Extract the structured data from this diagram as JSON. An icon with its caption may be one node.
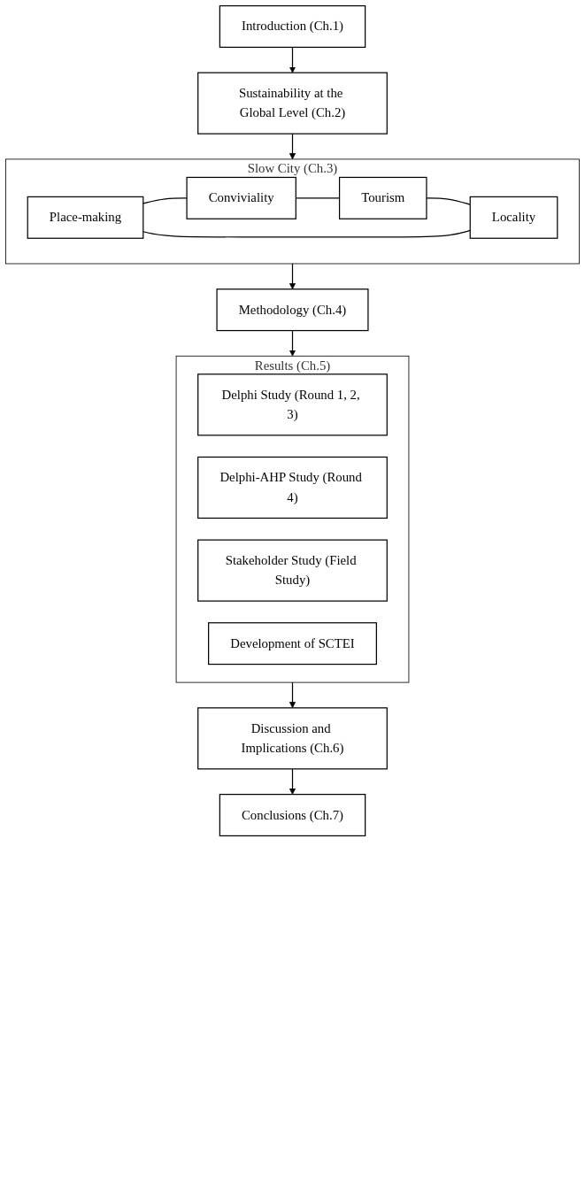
{
  "diagram": {
    "nodes": [
      {
        "text": [
          "Introduction (Ch.1)"
        ]
      },
      {
        "text": [
          "Sustainability at the Global Level (Ch.2)"
        ]
      },
      {
        "text": [
          "Slow City (Ch.3)"
        ]
      },
      {
        "text": [
          "Place-making"
        ],
        "in": 2
      },
      {
        "text": [
          "Locality"
        ],
        "in": 2
      },
      {
        "text": [
          "Conviviality"
        ],
        "in": 2
      },
      {
        "text": [
          "Tourism"
        ],
        "in": 2
      },
      {
        "text": [
          "Methodology (Ch.4)"
        ]
      },
      {
        "text": [
          "Results (Ch.5)"
        ]
      },
      {
        "text": [
          "Delphi Study (Round 1, 2, 3)"
        ],
        "in": 8
      },
      {
        "text": [
          "Delphi-AHP Study (Round 4)"
        ],
        "in": 8
      },
      {
        "text": [
          "Stakeholder Study (Field Study)"
        ],
        "in": 8
      },
      {
        "text": [
          "Development of SCTEI"
        ],
        "in": 8
      },
      {
        "text": [
          "Discussion and Implications (Ch.6)"
        ]
      },
      {
        "text": [
          "Conclusions (Ch.7)"
        ]
      }
    ],
    "edges": [
      {
        "from": 0,
        "to": 1,
        "arrow": "to"
      },
      {
        "from": 1,
        "to": 2,
        "arrow": "to"
      },
      {
        "from": 3,
        "to": 5,
        "arrow": "none"
      },
      {
        "from": 5,
        "to": 6,
        "arrow": "none"
      },
      {
        "from": 6,
        "to": 4,
        "arrow": "none"
      },
      {
        "from": 4,
        "to": 3,
        "arrow": "none"
      },
      {
        "from": 2,
        "to": 7,
        "arrow": "to"
      },
      {
        "from": 7,
        "to": 8,
        "arrow": "to"
      },
      {
        "from": 8,
        "to": 13,
        "arrow": "to"
      },
      {
        "from": 13,
        "to": 14,
        "arrow": "to"
      }
    ]
  }
}
